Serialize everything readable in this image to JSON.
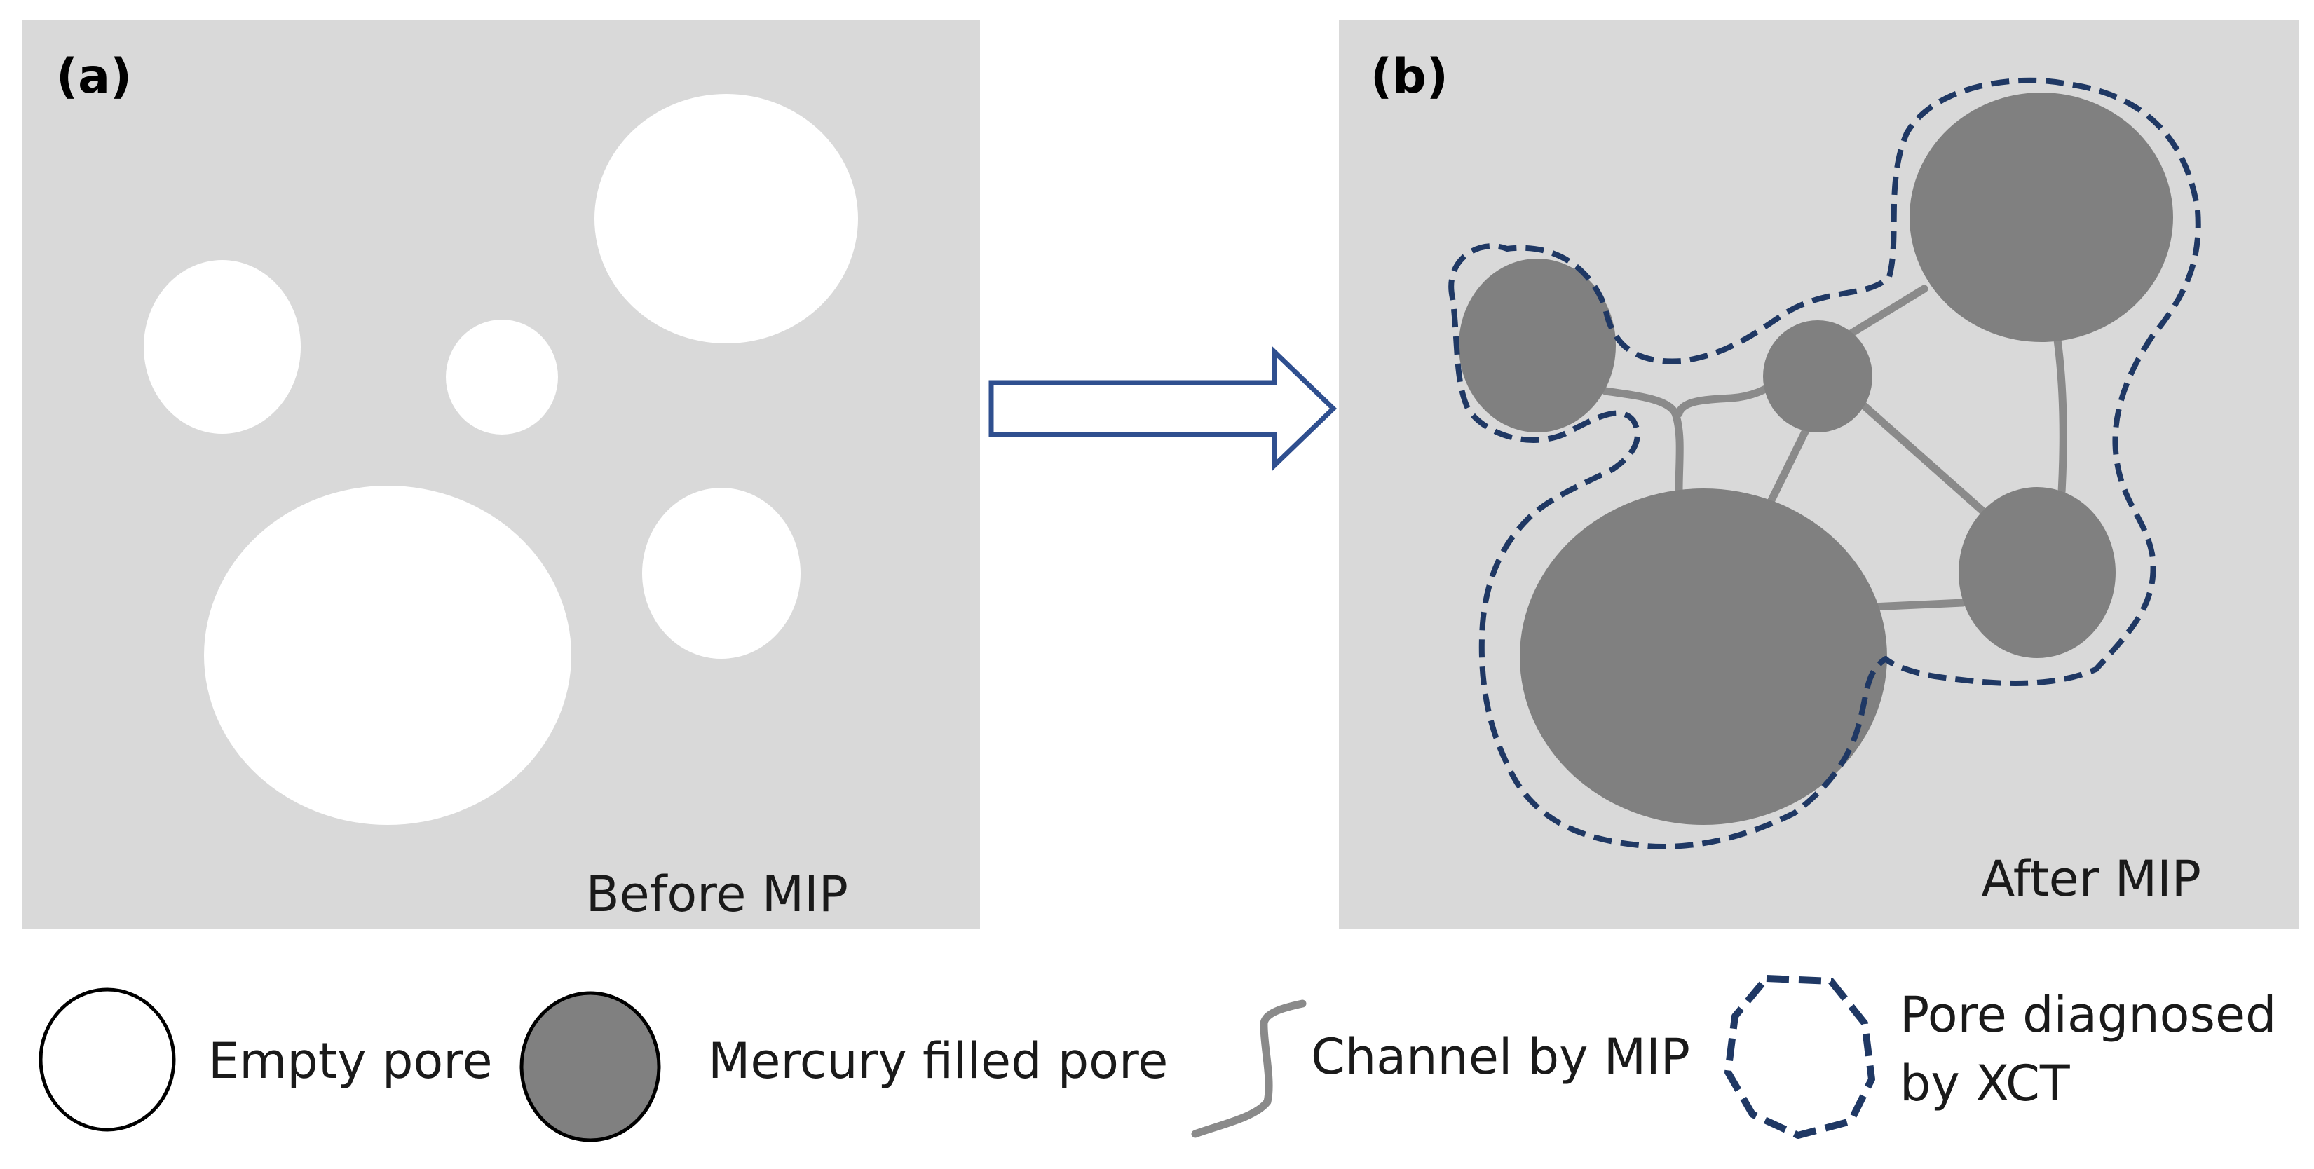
{
  "colors": {
    "background": "#ffffff",
    "matrix": "#d9d9d9",
    "empty_pore": "#ffffff",
    "filled_pore": "#808080",
    "channel": "#8a8a8a",
    "xct_outline": "#1f3864",
    "arrow_outline": "#2f4f8f"
  },
  "panel_a": {
    "label": "(a)",
    "caption": "Before MIP"
  },
  "panel_b": {
    "label": "(b)",
    "caption": "After MIP"
  },
  "arrow": {
    "icon": "right-arrow-icon",
    "style": "hollow"
  },
  "legend": {
    "empty_pore": "Empty pore",
    "filled_pore": "Mercury filled pore",
    "channel": "Channel by MIP",
    "xct_line1": "Pore diagnosed",
    "xct_line2": "by XCT"
  }
}
